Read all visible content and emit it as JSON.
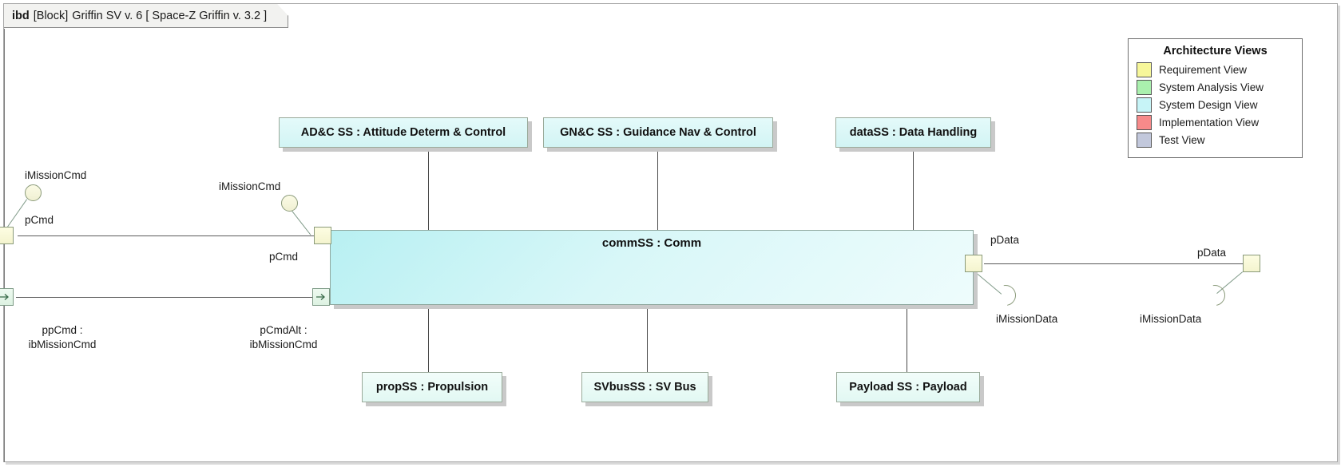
{
  "diagram": {
    "header": {
      "keyword": "ibd",
      "type": "[Block]",
      "name": "Griffin SV v. 6",
      "context": "[ Space-Z Griffin v. 3.2 ]"
    },
    "central_block": {
      "label": "commSS : Comm"
    },
    "top_blocks": [
      {
        "label": "AD&C SS : Attitude Determ & Control"
      },
      {
        "label": "GN&C SS : Guidance Nav & Control"
      },
      {
        "label": "dataSS : Data Handling"
      }
    ],
    "bottom_blocks": [
      {
        "label": "propSS : Propulsion"
      },
      {
        "label": "SVbusSS : SV Bus"
      },
      {
        "label": "Payload SS : Payload"
      }
    ],
    "interfaces": [
      {
        "label": "iMissionCmd",
        "kind": "provided"
      },
      {
        "label": "iMissionCmd",
        "kind": "provided"
      },
      {
        "label": "iMissionData",
        "kind": "required"
      },
      {
        "label": "iMissionData",
        "kind": "required"
      }
    ],
    "ports": [
      {
        "label": "pCmd"
      },
      {
        "label": "pCmd"
      },
      {
        "label": "pData"
      },
      {
        "label": "pData"
      }
    ],
    "flow_properties": [
      {
        "line1": "ppCmd :",
        "line2": "ibMissionCmd"
      },
      {
        "line1": "pCmdAlt :",
        "line2": "ibMissionCmd"
      }
    ]
  },
  "legend": {
    "title": "Architecture Views",
    "items": [
      {
        "label": "Requirement View",
        "color": "#f7f79a"
      },
      {
        "label": "System Analysis View",
        "color": "#aaf0ae"
      },
      {
        "label": "System Design View",
        "color": "#c7f4f7"
      },
      {
        "label": "Implementation View",
        "color": "#f78a8a"
      },
      {
        "label": "Test View",
        "color": "#c2c8dc"
      }
    ]
  }
}
